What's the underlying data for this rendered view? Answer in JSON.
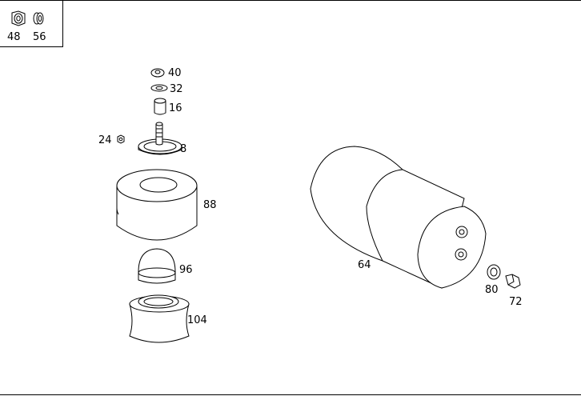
{
  "legend": {
    "labels": [
      "48",
      "56"
    ]
  },
  "parts": {
    "p40": "40",
    "p32": "32",
    "p16": "16",
    "p24": "24",
    "p8": "8",
    "p88": "88",
    "p96": "96",
    "p104": "104",
    "p64": "64",
    "p80": "80",
    "p72": "72"
  }
}
